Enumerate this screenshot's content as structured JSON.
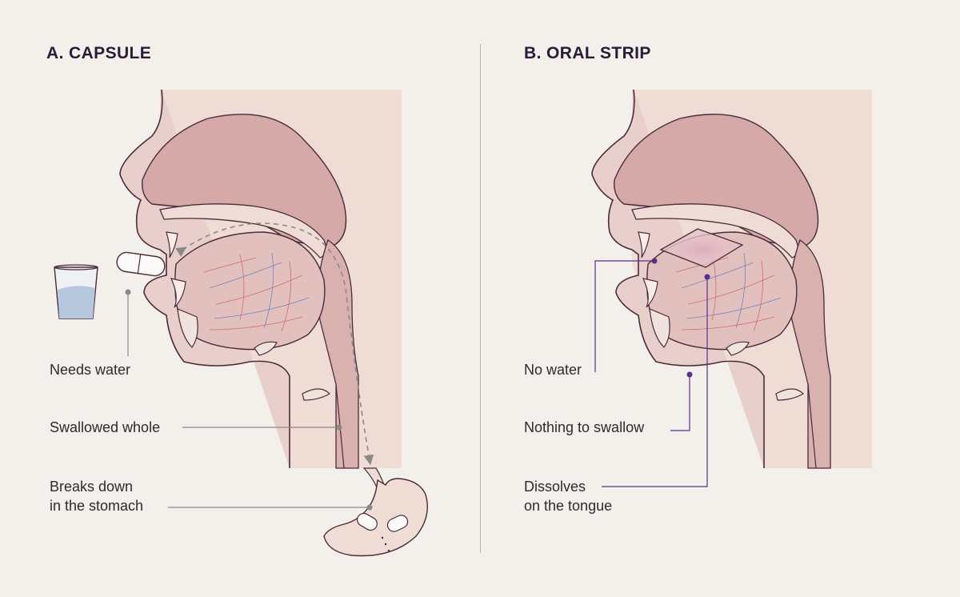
{
  "panels": {
    "capsule": {
      "title": "A. CAPSULE",
      "labels": {
        "water": "Needs water",
        "swallow": "Swallowed whole",
        "breaks_line1": "Breaks down",
        "breaks_line2": "in the stomach"
      }
    },
    "strip": {
      "title": "B. ORAL STRIP",
      "labels": {
        "water": "No water",
        "swallow": "Nothing to swallow",
        "dissolves_line1": "Dissolves",
        "dissolves_line2": "on the tongue"
      }
    }
  },
  "colors": {
    "background": "#f3efeb",
    "skin_back": "#efdcd5",
    "tissue": "#d9b2b0",
    "cavity": "#e9cfcb",
    "outline": "#4a2b3b",
    "leader_grey": "#8c8a88",
    "leader_purple": "#5a2f8a",
    "strip_pink": "#c48aa0",
    "water_blue": "#b7c7dd"
  }
}
